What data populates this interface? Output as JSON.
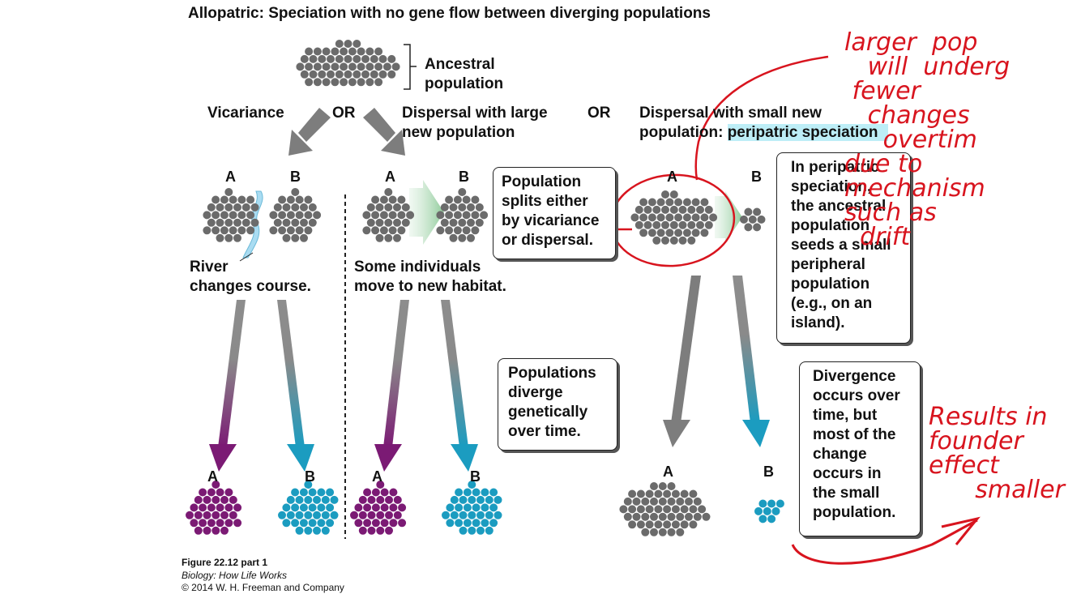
{
  "title": {
    "bold": "Allopatric:",
    "rest": " Speciation with no gene flow between diverging populations"
  },
  "ancestral": "Ancestral\npopulation",
  "headings": {
    "vicariance": "Vicariance",
    "or1": "OR",
    "dispersal_large": "Dispersal with large\nnew population",
    "or2": "OR",
    "dispersal_small_1": "Dispersal with small new",
    "dispersal_small_2a": "population: ",
    "dispersal_small_2b": "peripatric speciation"
  },
  "letters": {
    "a": "A",
    "b": "B"
  },
  "notes": {
    "river": "River\nchanges course.",
    "some_individuals": "Some individuals\nmove to new habitat."
  },
  "boxes": {
    "splits": "Population\nsplits either\nby vicariance\nor dispersal.",
    "peripatric": "In peripatric\nspeciation,\nthe ancestral\npopulation\nseeds a small\nperipheral\npopulation\n(e.g., on an\nisland).",
    "diverge": "Populations\ndiverge\ngenetically\nover time.",
    "divergence": "Divergence\noccurs over\ntime, but\nmost of the\nchange\noccurs in\nthe small\npopulation."
  },
  "handwritten": {
    "note1": "larger  pop\n   will  underg\n fewer\n   changes\n     overtim\ndue to\nmechanism\nsuch as\n  drift",
    "note2": "Results in\nfounder\neffect\n      smaller"
  },
  "caption": {
    "figure": "Figure 22.12 part 1",
    "book": "Biology: How Life Works",
    "copyright": "© 2014 W. H. Freeman and Company"
  },
  "colors": {
    "gray": "#6b6b6b",
    "purple": "#7b1a74",
    "teal": "#1b9cc0",
    "river": "#a9dcf2",
    "ink": "#d8141e",
    "highlight": "#bdeef7"
  }
}
